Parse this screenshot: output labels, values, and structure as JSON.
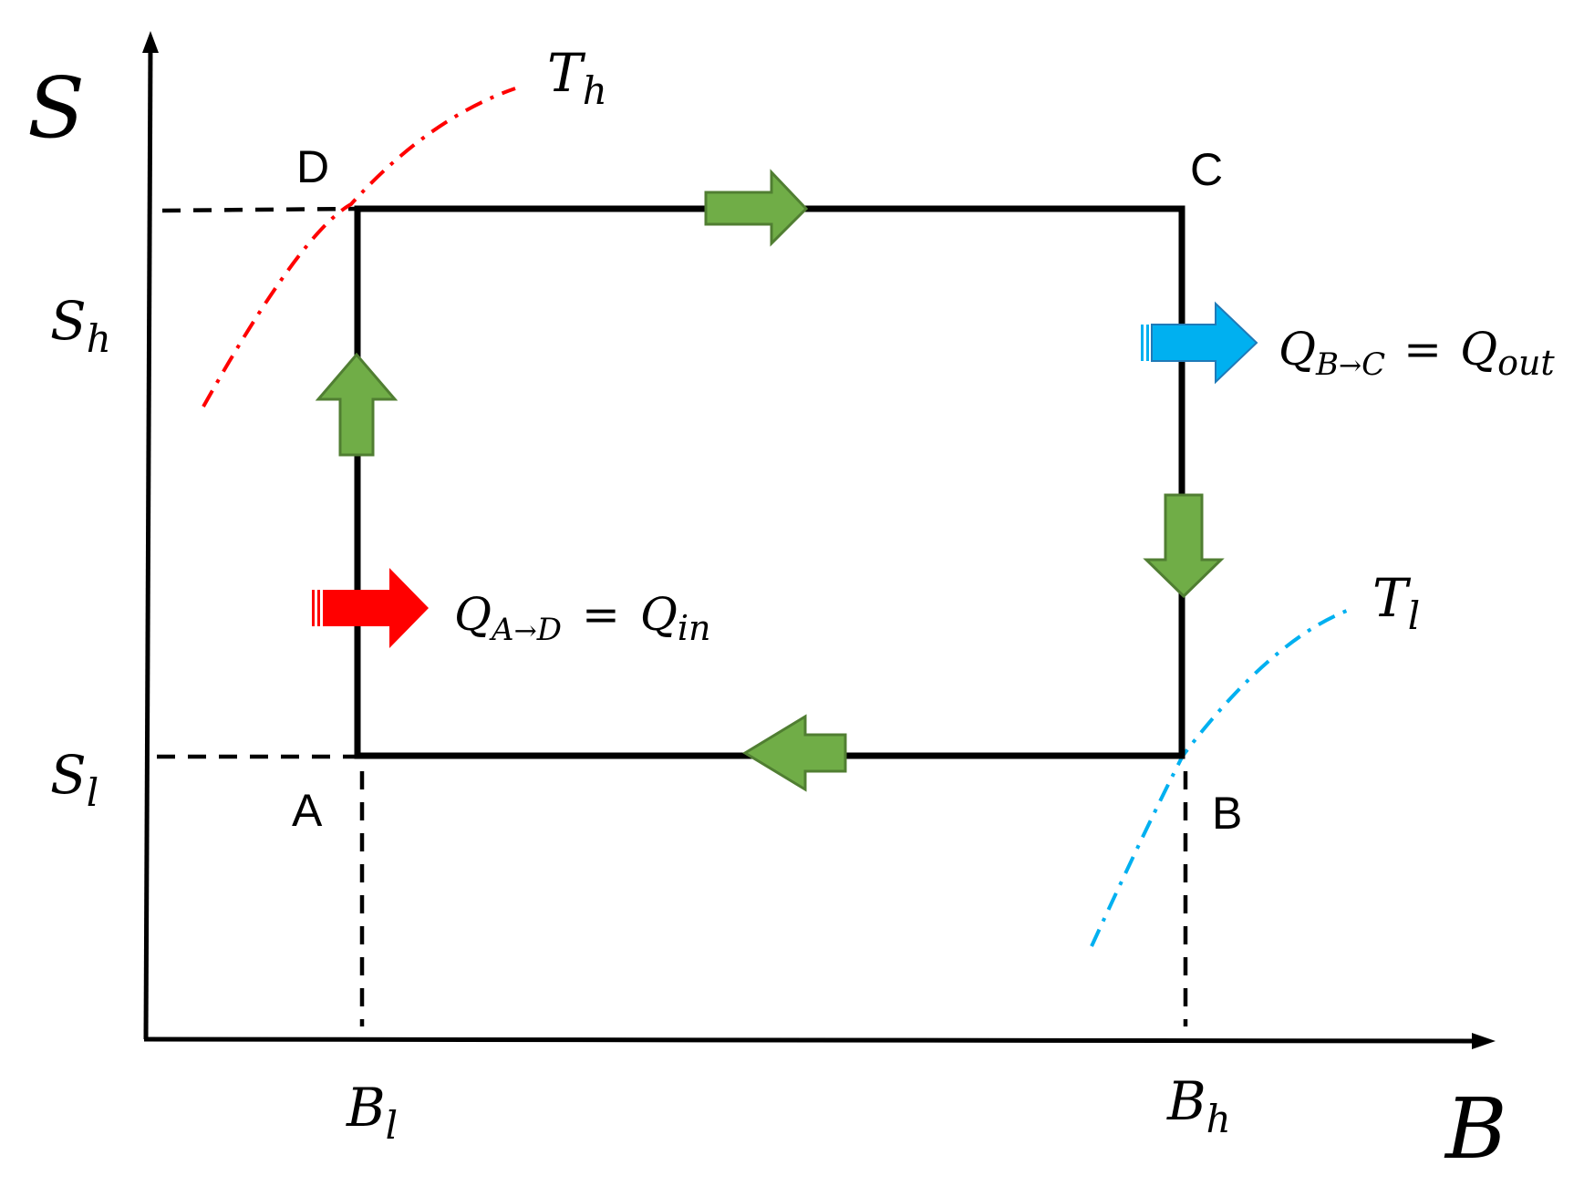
{
  "axes": {
    "y_symbol": "S",
    "x_symbol": "B",
    "y_ticks": [
      {
        "base": "S",
        "sub": "h"
      },
      {
        "base": "S",
        "sub": "l"
      }
    ],
    "x_ticks": [
      {
        "base": "B",
        "sub": "l"
      },
      {
        "base": "B",
        "sub": "h"
      }
    ]
  },
  "corners": {
    "a": "A",
    "b": "B",
    "c": "C",
    "d": "D"
  },
  "isotherms": {
    "hot": {
      "base": "T",
      "sub": "h",
      "color": "#ff0000"
    },
    "cold": {
      "base": "T",
      "sub": "l",
      "color": "#00b0f0"
    }
  },
  "heat_flows": {
    "in": {
      "q": "Q",
      "sub_from": "A",
      "sub_to": "D",
      "arrow": "→",
      "eq": "=",
      "rhs_sub": "in",
      "color": "#ff0000"
    },
    "out": {
      "q": "Q",
      "sub_from": "B",
      "sub_to": "C",
      "arrow": "→",
      "eq": "=",
      "rhs_sub": "out",
      "color": "#00b0f0"
    }
  },
  "colors": {
    "cycle_arrow": "#70ad47",
    "cycle_arrow_border": "#507e32",
    "cycle_line": "#000000"
  }
}
